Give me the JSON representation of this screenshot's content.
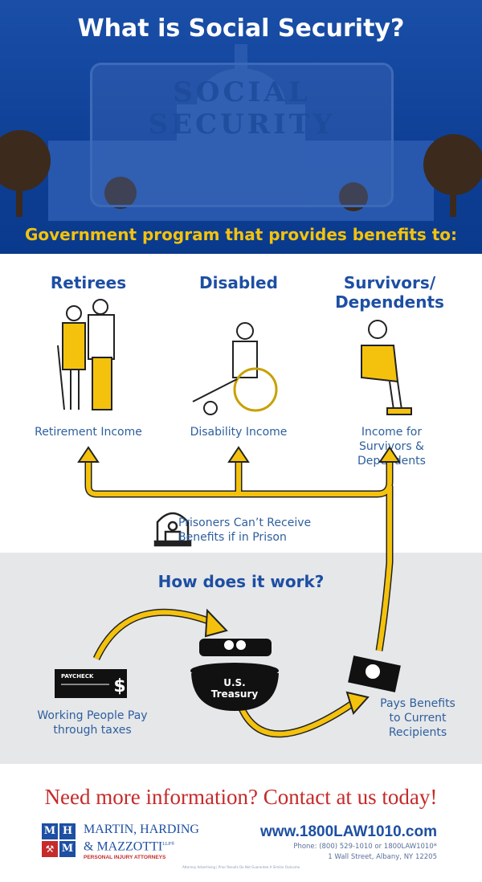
{
  "header": {
    "title": "What is Social Security?",
    "card_text": "SOCIAL SECURITY",
    "subtitle": "Government program that provides benefits to:"
  },
  "columns": [
    {
      "heading": "Retirees",
      "label": "Retirement Income",
      "icon": "elderly-couple-icon"
    },
    {
      "heading": "Disabled",
      "label": "Disability Income",
      "icon": "wheelchair-person-icon"
    },
    {
      "heading": "Survivors/ Dependents",
      "label": "Income for Survivors & Dependents",
      "icon": "grieving-person-icon"
    }
  ],
  "prison_note": {
    "line1": "Prisoners Can’t Receive",
    "line2": "Benefits if in Prison",
    "icon": "prisoner-icon"
  },
  "how": {
    "heading": "How does it work?",
    "paycheck_label": "PAYCHECK",
    "paycheck_caption_1": "Working People Pay",
    "paycheck_caption_2": "through taxes",
    "treasury_1": "U.S.",
    "treasury_2": "Treasury",
    "pays_1": "Pays Benefits",
    "pays_2": "to Current",
    "pays_3": "Recipients"
  },
  "footer": {
    "cta": "Need more information? Contact at us today!",
    "logo_letters": [
      "M",
      "H",
      "M"
    ],
    "firm_1": "MARTIN, HARDING",
    "firm_2": "& MAZZOTTI",
    "firm_suffix": "LLP®",
    "firm_tag": "PERSONAL INJURY ATTORNEYS",
    "website": "www.1800LAW1010.com",
    "phone": "Phone: (800) 529-1010 or 1800LAW1010*",
    "address": "1 Wall Street, Albany, NY 12205",
    "disclaimer": "Attorney Advertising | Prior Results Do Not Guarantee A Similar Outcome"
  },
  "colors": {
    "blue": "#1d4fa3",
    "yellow": "#f4c20d",
    "red": "#c62a2a"
  }
}
